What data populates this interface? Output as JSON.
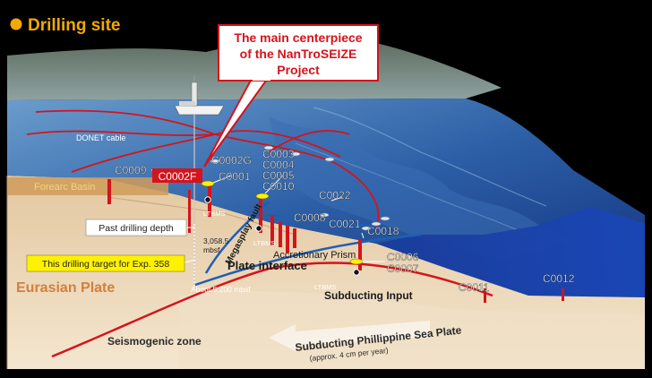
{
  "header": {
    "title": "Drilling site"
  },
  "callout": {
    "line1": "The main centerpiece",
    "line2": "of the NanTroSEIZE",
    "line3": "Project"
  },
  "labels": {
    "donet_cable": "DONET cable",
    "forearc_basin": "Forearc Basin",
    "past_drilling_depth": "Past drilling depth",
    "drilling_target": "This drilling target for Exp. 358",
    "depth_3058_line1": "3,058.5",
    "depth_3058_line2": "mbsf",
    "depth_5200": "About 5,200 mbsf",
    "megasplay_fault": "Megasplay fault",
    "plate_interface": "Plate interface",
    "accretionary_prism": "Accretionary Prism",
    "subducting_input": "Subducting Input",
    "eurasian_plate": "Eurasian Plate",
    "seismogenic_zone": "Seismogenic zone",
    "philippine_plate": "Subducting Phillippine Sea Plate",
    "philippine_rate": "(approx. 4 cm per year)",
    "ltbms_1": "LTBMS",
    "ltbms_2": "LTBMS",
    "ltbms_3": "LTBMS"
  },
  "sites": {
    "c0009": "C0009",
    "c0002f": "C0002F",
    "c0002g": "C0002G",
    "c0001": "C0001",
    "c0003": "C0003",
    "c0004": "C0004",
    "c0005": "C0005",
    "c0010": "C0010",
    "c0022": "C0022",
    "c0008": "C0008",
    "c0021": "C0021",
    "c0018": "C0018",
    "c0006": "C0006",
    "c0007": "C0007",
    "c0011": "C0011",
    "c0012": "C0012"
  },
  "colors": {
    "accent_orange": "#f2a900",
    "site_red": "#d4141c",
    "target_yellow": "#fff200",
    "ocean_blue": "#1d3f9a",
    "sediment_tan": "#e8c9a0"
  }
}
